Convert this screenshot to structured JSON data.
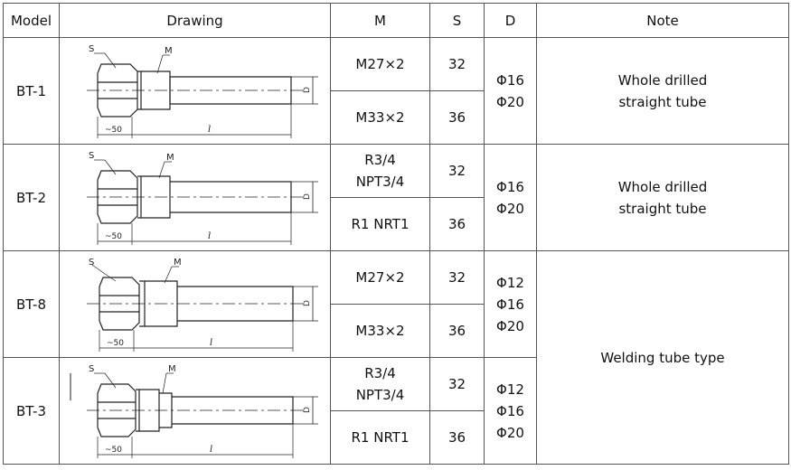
{
  "table": {
    "headers": [
      "Model",
      "Drawing",
      "M",
      "S",
      "D",
      "Note"
    ],
    "rows": [
      {
        "model": "BT-1",
        "drawing": {
          "s": "S",
          "m": "M",
          "d": "D",
          "width": "~50",
          "length": "l"
        },
        "variants": [
          {
            "m": [
              "M27×2"
            ],
            "s": "32"
          },
          {
            "m": [
              "M33×2"
            ],
            "s": "36"
          }
        ],
        "d": [
          "Φ16",
          "Φ20"
        ],
        "note": [
          "Whole drilled",
          "straight tube"
        ]
      },
      {
        "model": "BT-2",
        "drawing": {
          "s": "S",
          "m": "M",
          "d": "D",
          "width": "~50",
          "length": "l"
        },
        "variants": [
          {
            "m": [
              "R3/4",
              "NPT3/4"
            ],
            "s": "32"
          },
          {
            "m": [
              "R1 NRT1"
            ],
            "s": "36"
          }
        ],
        "d": [
          "Φ16",
          "Φ20"
        ],
        "note": [
          "Whole drilled",
          "straight tube"
        ]
      },
      {
        "model": "BT-8",
        "drawing": {
          "s": "S",
          "m": "M",
          "d": "D",
          "width": "~50",
          "length": "l"
        },
        "variants": [
          {
            "m": [
              "M27×2"
            ],
            "s": "32"
          },
          {
            "m": [
              "M33×2"
            ],
            "s": "36"
          }
        ],
        "d": [
          "Φ12",
          "Φ16",
          "Φ20"
        ],
        "note": [
          "Welding tube type"
        ]
      },
      {
        "model": "BT-3",
        "drawing": {
          "s": "S",
          "m": "M",
          "d": "D",
          "width": "~50",
          "length": "l"
        },
        "variants": [
          {
            "m": [
              "R3/4",
              "NPT3/4"
            ],
            "s": "32"
          },
          {
            "m": [
              "R1 NRT1"
            ],
            "s": "36"
          }
        ],
        "d": [
          "Φ12",
          "Φ16",
          "Φ20"
        ],
        "note": [
          "Welding tube type"
        ]
      }
    ]
  }
}
